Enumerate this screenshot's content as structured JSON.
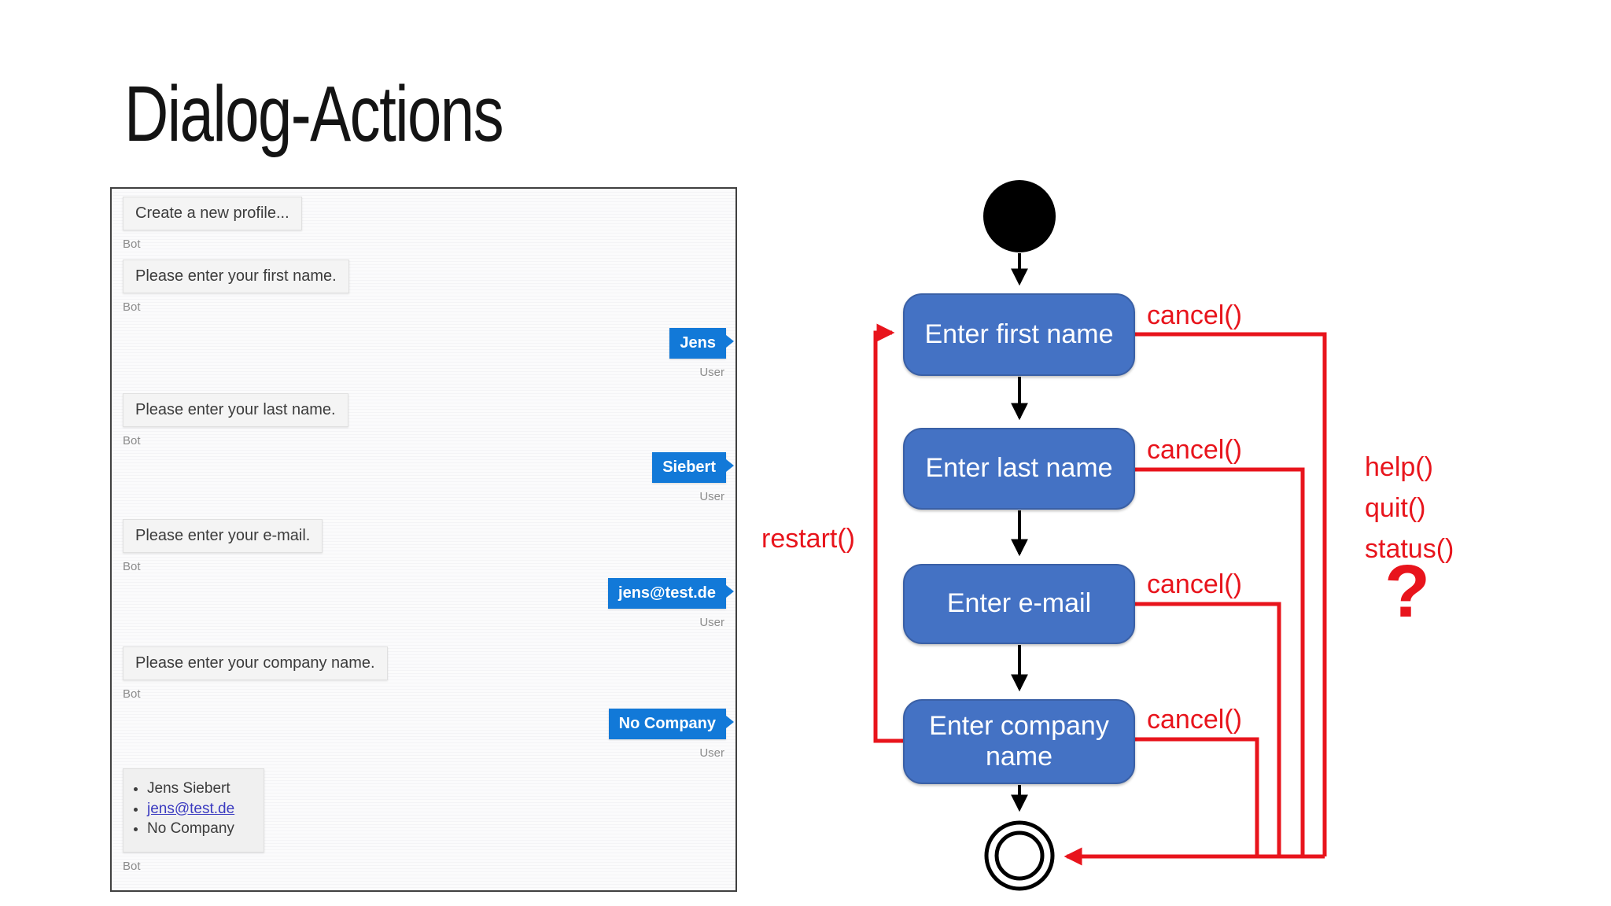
{
  "slide": {
    "title": "Dialog-Actions"
  },
  "chat": {
    "bot_label": "Bot",
    "user_label": "User",
    "messages": [
      {
        "from": "bot",
        "text": "Create a new profile..."
      },
      {
        "from": "bot",
        "text": "Please enter your first name."
      },
      {
        "from": "user",
        "text": "Jens"
      },
      {
        "from": "bot",
        "text": "Please enter your last name."
      },
      {
        "from": "user",
        "text": "Siebert"
      },
      {
        "from": "bot",
        "text": "Please enter your e-mail."
      },
      {
        "from": "user",
        "text": "jens@test.de"
      },
      {
        "from": "bot",
        "text": "Please enter your company name."
      },
      {
        "from": "user",
        "text": "No Company"
      }
    ],
    "summary": {
      "items": [
        "Jens Siebert",
        "jens@test.de",
        "No Company"
      ]
    }
  },
  "diagram": {
    "states": [
      "Enter first name",
      "Enter last name",
      "Enter e-mail",
      "Enter company name"
    ],
    "labels": {
      "cancel": "cancel()",
      "restart": "restart()",
      "help": "help()",
      "quit": "quit()",
      "status": "status()",
      "question": "?"
    },
    "colors": {
      "state_fill": "#4472c4",
      "state_border": "#3a60a6",
      "action_red": "#e8141c",
      "user_bubble_blue": "#1279d8",
      "start_end_node": "#000000"
    }
  }
}
